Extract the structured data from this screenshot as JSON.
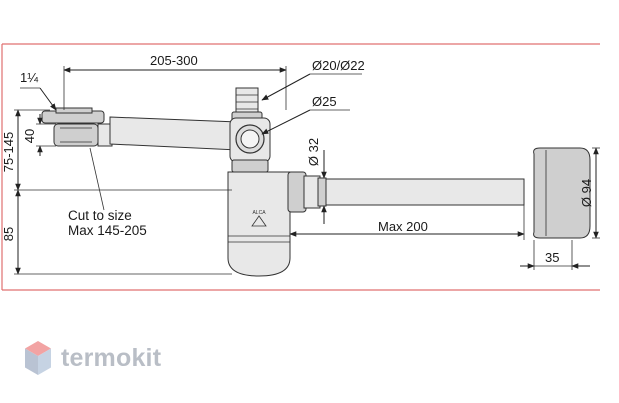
{
  "dimensions": {
    "outlet_thread": "1¼",
    "horizontal_span": "205-300",
    "inlet_diameter": "Ø20/Ø22",
    "connection_diameter": "Ø25",
    "height_offset": "40",
    "inlet_height_range": "75-145",
    "outlet_diameter": "Ø 32",
    "trap_height": "85",
    "max_extension": "Max 200",
    "wall_flange_diameter": "Ø 94",
    "flange_depth": "35"
  },
  "notes": {
    "cut_line1": "Cut to size",
    "cut_line2": "Max 145-205"
  },
  "trap_marking": "ALCA",
  "logo": {
    "text": "termokit",
    "colors": {
      "top": "#f2a3a3",
      "left": "#b9c3d3",
      "right": "#c6d3e3",
      "text": "#b9bec6"
    }
  },
  "frame_color": "#e07070"
}
